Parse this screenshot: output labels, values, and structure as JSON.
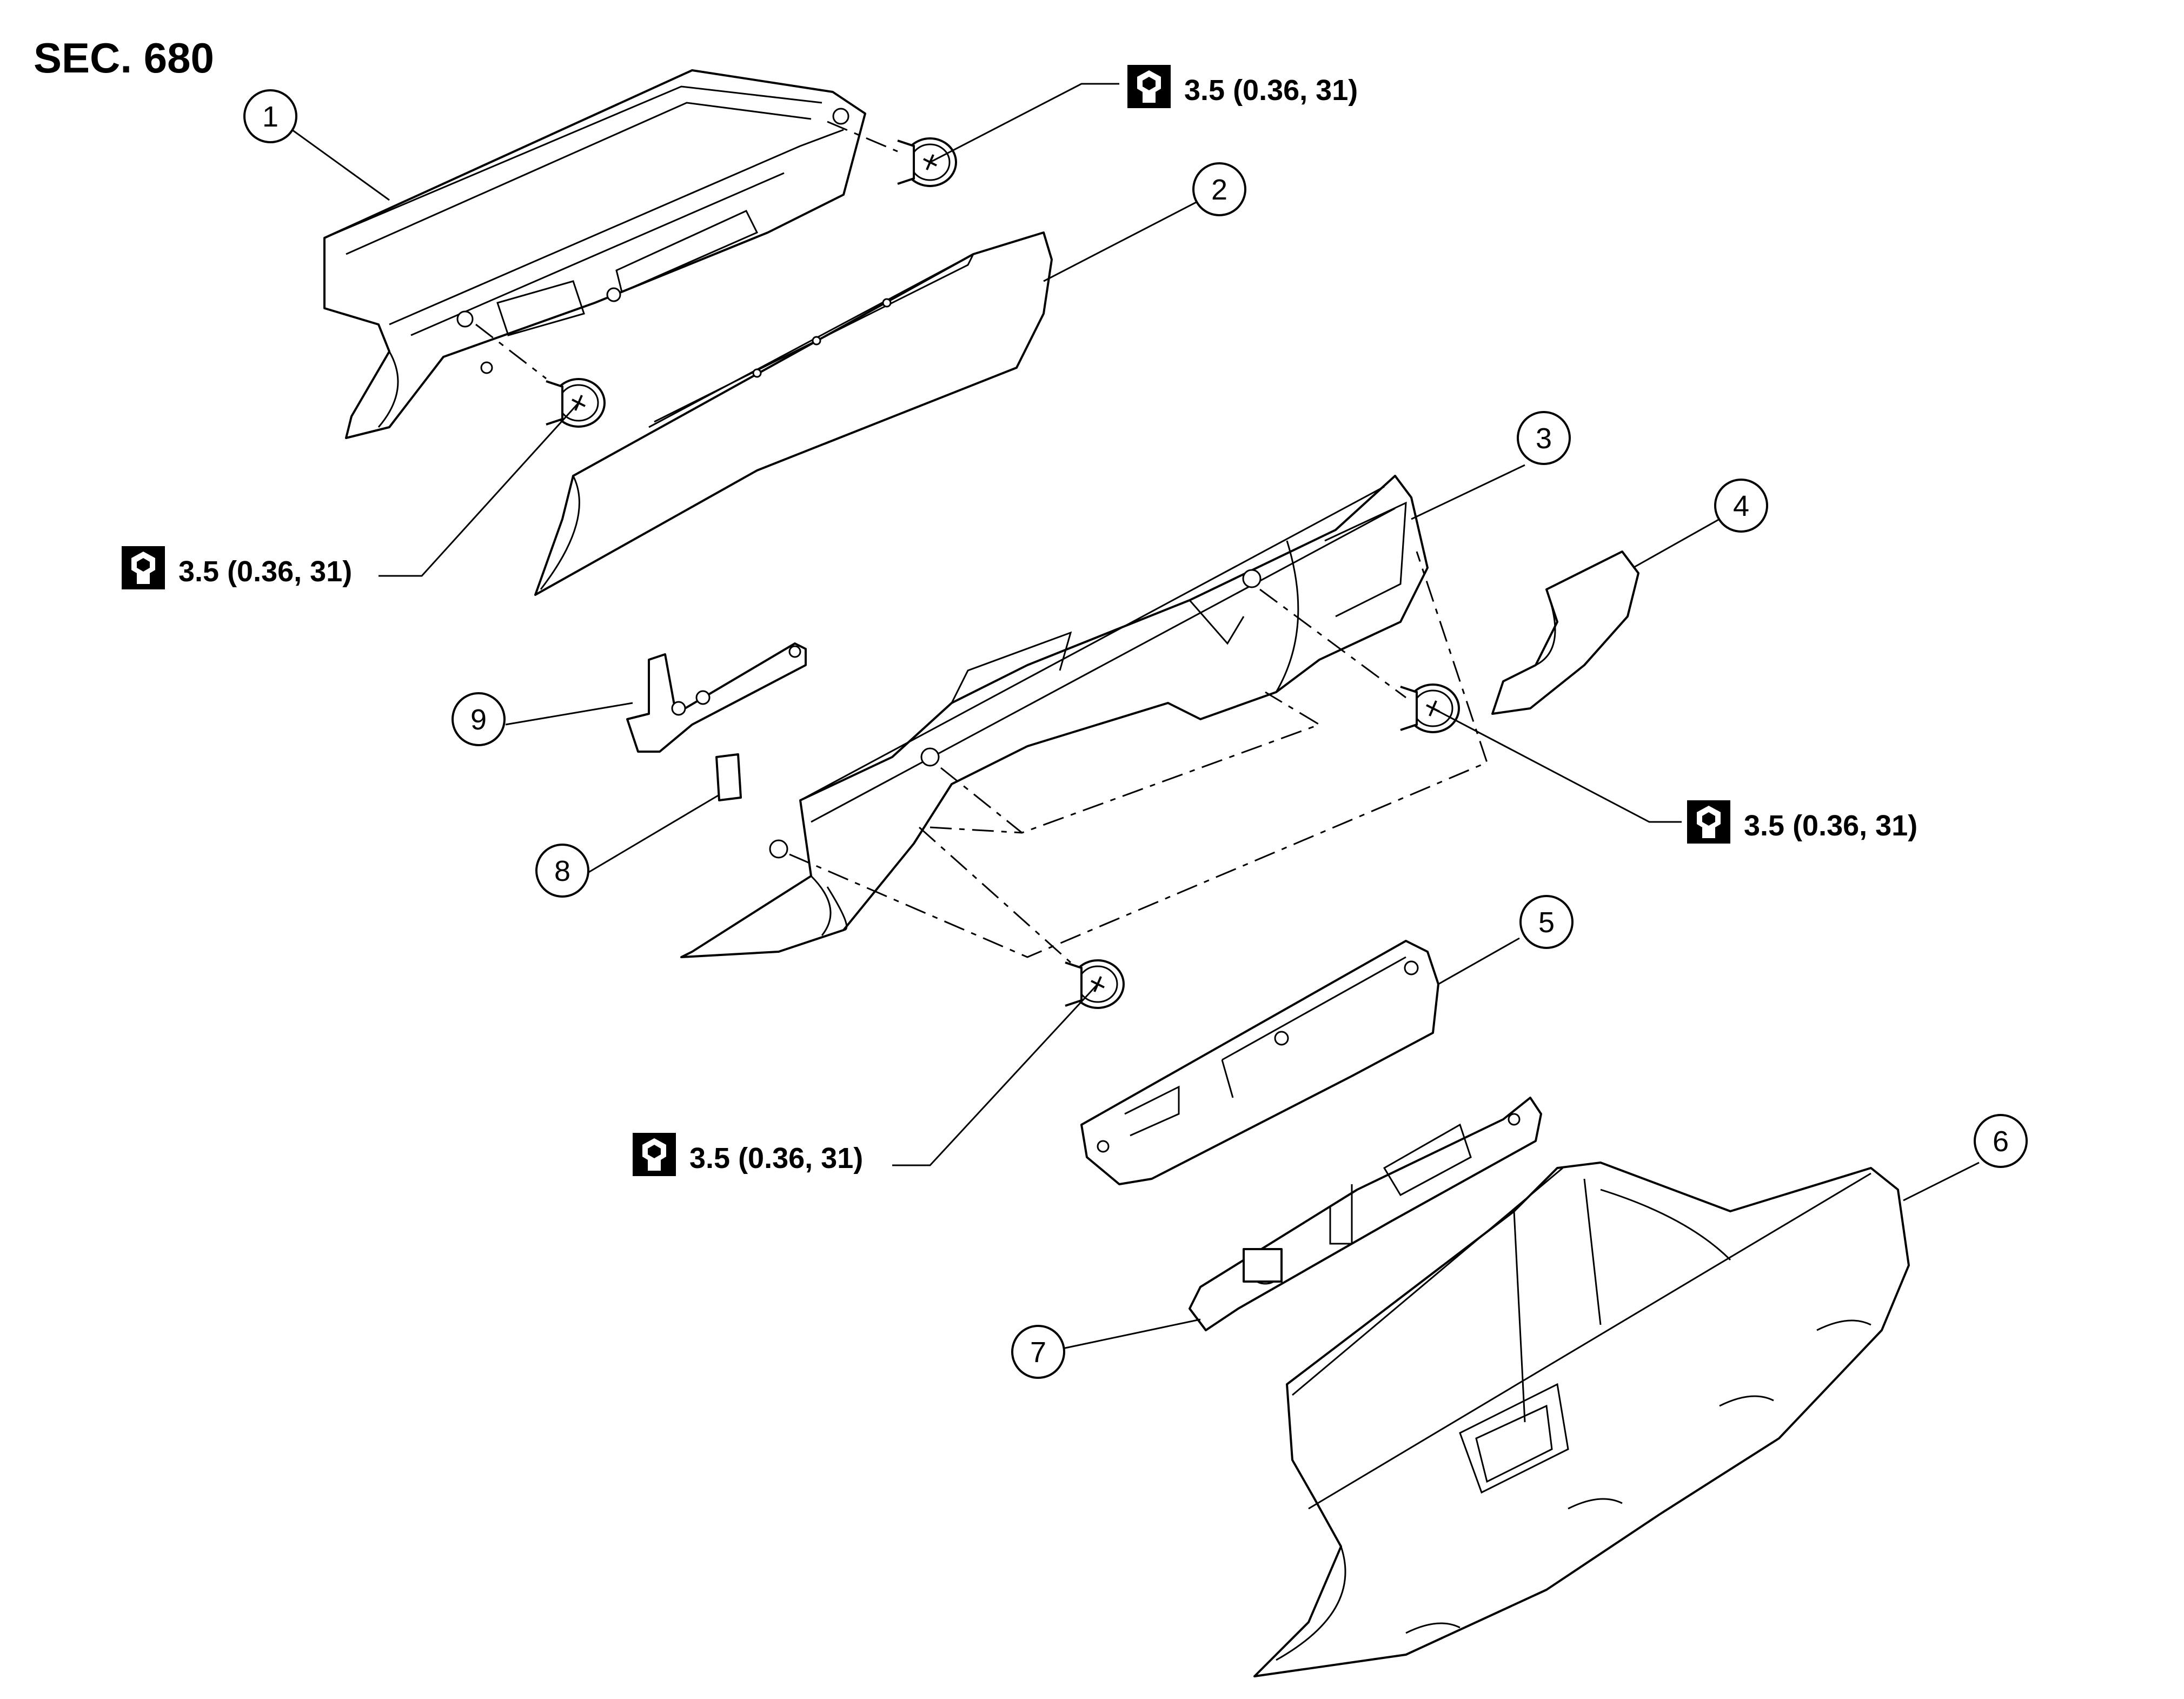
{
  "section_label": "SEC. 680",
  "callouts": [
    "1",
    "2",
    "3",
    "4",
    "5",
    "6",
    "7",
    "8",
    "9"
  ],
  "torque_specs": [
    "3.5 (0.36, 31)",
    "3.5 (0.36, 31)",
    "3.5 (0.36, 31)",
    "3.5 (0.36, 31)"
  ],
  "icons": {
    "torque": "torque-wrench-icon"
  }
}
